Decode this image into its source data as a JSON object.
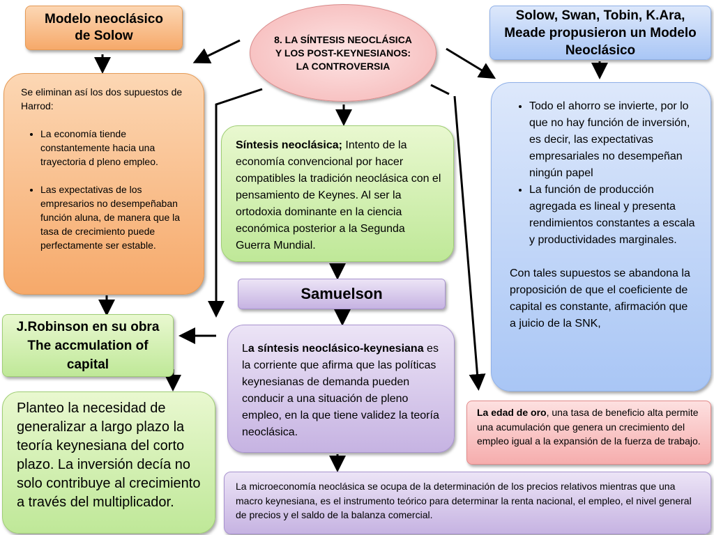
{
  "center_title": "8. LA SÍNTESIS NEOCLÁSICA Y LOS POST-KEYNESIANOS: LA CONTROVERSIA",
  "solow_title": "Modelo neoclásico de Solow",
  "proponents_title": "Solow, Swan, Tobin, K.Ara, Meade propusieron un Modelo Neoclásico",
  "harrod": {
    "intro": "Se eliminan así los dos supuestos de Harrod:",
    "items": [
      "La economía tiende constantemente hacia una trayectoria d pleno empleo.",
      "Las expectativas de los empresarios no desempeñaban función aluna, de manera que la tasa de crecimiento puede perfectamente ser estable."
    ]
  },
  "synthesis": {
    "term": "Síntesis neoclásica;",
    "text": " Intento de la economía convencional por hacer compatibles la tradición neoclásica con el pensamiento de Keynes. Al ser la ortodoxia dominante en la ciencia económica posterior a la Segunda Guerra Mundial."
  },
  "samuelson": "Samuelson",
  "neokeynesian": {
    "lead": "L",
    "term": "a síntesis neoclásico-keynesiana",
    "text": " es la corriente que afirma que las políticas keynesianas de demanda pueden conducir a una situación de pleno empleo, en la que tiene validez la teoría neoclásica."
  },
  "assumptions": {
    "items": [
      "Todo el ahorro se invierte, por lo que no hay función de inversión, es decir, las expectativas empresariales no desempeñan ningún papel",
      "La función de producción agregada es lineal y presenta rendimientos constantes a escala y productividades marginales."
    ],
    "conclusion": "Con tales supuestos se abandona la proposición de que el coeficiente de capital es constante, afirmación que a juicio de la SNK,"
  },
  "robinson_title": "J.Robinson en su obra The accmulation of capital",
  "robinson_text": "Planteo la necesidad de generalizar a largo plazo la teoría keynesiana del corto plazo. La inversión decía no solo contribuye al crecimiento a través del multiplicador.",
  "golden_age": {
    "term": "La edad de oro",
    "text": ", una tasa de beneficio alta permite una acumulación que genera un crecimiento del empleo igual a la expansión de la fuerza de trabajo."
  },
  "micro_macro": "La microeconomía neoclásica se ocupa de la determinación de los precios relativos mientras que una macro keynesiana, es el instrumento teórico para determinar la renta nacional, el empleo, el nivel general de precios y el saldo de la balanza comercial.",
  "colors": {
    "orange": "#f6a96a",
    "blue": "#a9c6f5",
    "green": "#bfe898",
    "purple": "#c6b3e2",
    "red": "#f6adad",
    "ellipse": "#f5b5b5"
  }
}
